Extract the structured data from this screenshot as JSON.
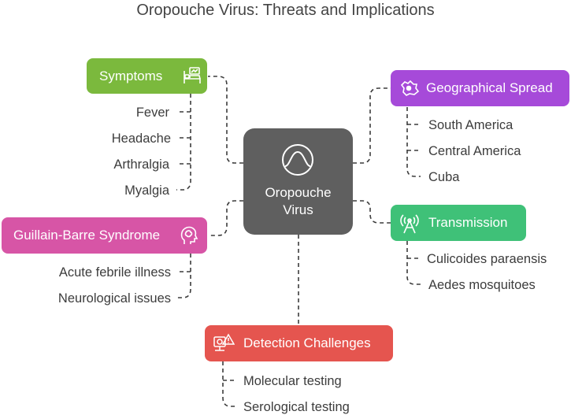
{
  "title": "Oropouche Virus: Threats and Implications",
  "center": {
    "line1": "Oropouche",
    "line2": "Virus",
    "icon": "virus-curve-icon"
  },
  "branches": {
    "symptoms": {
      "label": "Symptoms",
      "color": "#7bb93d",
      "icon": "bed-icon",
      "items": [
        "Fever",
        "Headache",
        "Arthralgia",
        "Myalgia"
      ]
    },
    "guillain": {
      "label": "Guillain-Barre Syndrome",
      "color": "#d755a6",
      "icon": "head-brain-icon",
      "items": [
        "Acute febrile illness",
        "Neurological issues"
      ]
    },
    "detection": {
      "label": "Detection Challenges",
      "color": "#e5554f",
      "icon": "test-warning-icon",
      "items": [
        "Molecular testing",
        "Serological testing"
      ]
    },
    "geography": {
      "label": "Geographical Spread",
      "color": "#a64ad9",
      "icon": "map-icon",
      "items": [
        "South America",
        "Central America",
        "Cuba"
      ]
    },
    "transmission": {
      "label": "Transmission",
      "color": "#3fc178",
      "icon": "antenna-icon",
      "items": [
        "Culicoides paraensis",
        "Aedes mosquitoes"
      ]
    }
  }
}
